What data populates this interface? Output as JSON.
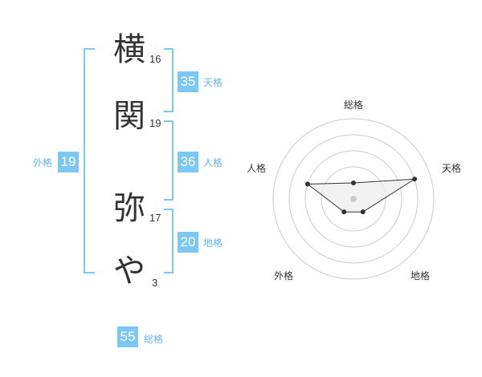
{
  "name": {
    "characters": [
      {
        "char": "横",
        "strokes": "16"
      },
      {
        "char": "関",
        "strokes": "19"
      },
      {
        "char": "弥",
        "strokes": "17"
      },
      {
        "char": "や",
        "strokes": "3"
      }
    ]
  },
  "fortune": {
    "tenkaku": {
      "value": "35",
      "label": "天格"
    },
    "jinkaku": {
      "value": "36",
      "label": "人格"
    },
    "chikaku": {
      "value": "20",
      "label": "地格"
    },
    "gaikaku": {
      "value": "19",
      "label": "外格"
    },
    "soukaku": {
      "value": "55",
      "label": "総格"
    }
  },
  "chart_data": {
    "type": "radar",
    "axes": [
      "総格",
      "天格",
      "地格",
      "外格",
      "人格"
    ],
    "values": [
      1,
      4,
      1,
      1,
      3
    ],
    "max": 5,
    "rings": 4,
    "color_line": "#333333",
    "color_fill": "#eeeeee"
  }
}
